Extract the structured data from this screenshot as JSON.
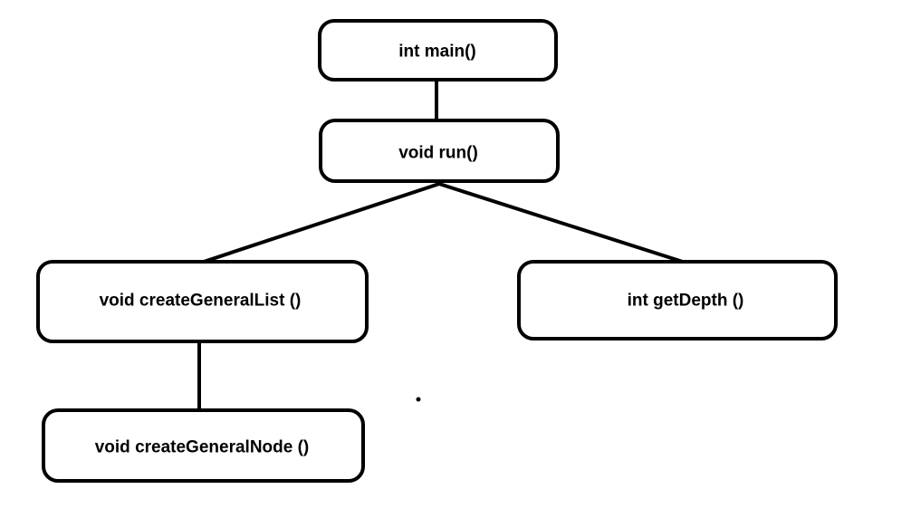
{
  "nodes": {
    "main": {
      "label": "int main()"
    },
    "run": {
      "label": "void run()"
    },
    "create_general_list": {
      "label": "void createGeneralList ()"
    },
    "get_depth": {
      "label": "int getDepth ()"
    },
    "create_general_node": {
      "label": "void createGeneralNode ()"
    }
  },
  "edges": [
    {
      "from": "main",
      "to": "run"
    },
    {
      "from": "run",
      "to": "create_general_list"
    },
    {
      "from": "run",
      "to": "get_depth"
    },
    {
      "from": "create_general_list",
      "to": "create_general_node"
    }
  ],
  "colors": {
    "stroke": "#000000",
    "box_fill": "#ffffff",
    "background": "#ffffff"
  }
}
